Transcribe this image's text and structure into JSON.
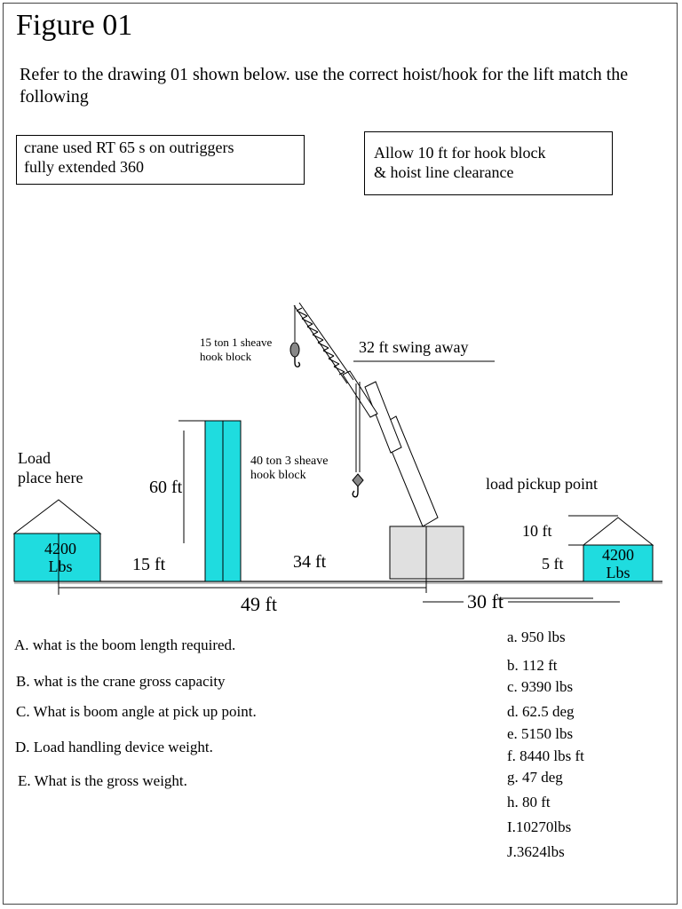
{
  "title": "Figure 01",
  "intro": "Refer to the drawing 01 shown below. use the correct hoist/hook for the lift match the following",
  "boxes": {
    "crane": [
      "crane used RT 65 s on outriggers",
      "fully extended 360"
    ],
    "clearance": [
      "Allow 10 ft for hook block",
      "& hoist line clearance"
    ]
  },
  "diagram": {
    "left_load_label": [
      "Load",
      "place here"
    ],
    "left_load_weight": [
      "4200",
      "Lbs"
    ],
    "right_load_label": "load pickup point",
    "right_load_weight": [
      "4200",
      "Lbs"
    ],
    "hook_small": [
      "15 ton 1 sheave",
      "hook block"
    ],
    "hook_large": [
      "40 ton 3 sheave",
      "hook block"
    ],
    "jib": "32 ft swing away",
    "dim_60": "60 ft",
    "dim_15": "15 ft",
    "dim_34": "34 ft",
    "dim_49": "49 ft",
    "dim_30": "30 ft",
    "dim_10": "10 ft",
    "dim_5": "5 ft",
    "colors": {
      "load": "#1fdcdf",
      "wall": "#1fdcdf",
      "carrier": "#e0e0e0"
    }
  },
  "questions": [
    "A. what is the boom length required.",
    "B. what is the crane gross capacity",
    "C. What is boom angle at pick up point.",
    "D. Load handling device weight.",
    "E. What is the gross weight."
  ],
  "answers": [
    "a. 950 lbs",
    "b. 112 ft",
    "c. 9390 lbs",
    "d. 62.5 deg",
    "e. 5150  lbs",
    "f. 8440 lbs ft",
    "g. 47 deg",
    "h. 80 ft",
    "I.10270lbs",
    "J.3624lbs"
  ]
}
